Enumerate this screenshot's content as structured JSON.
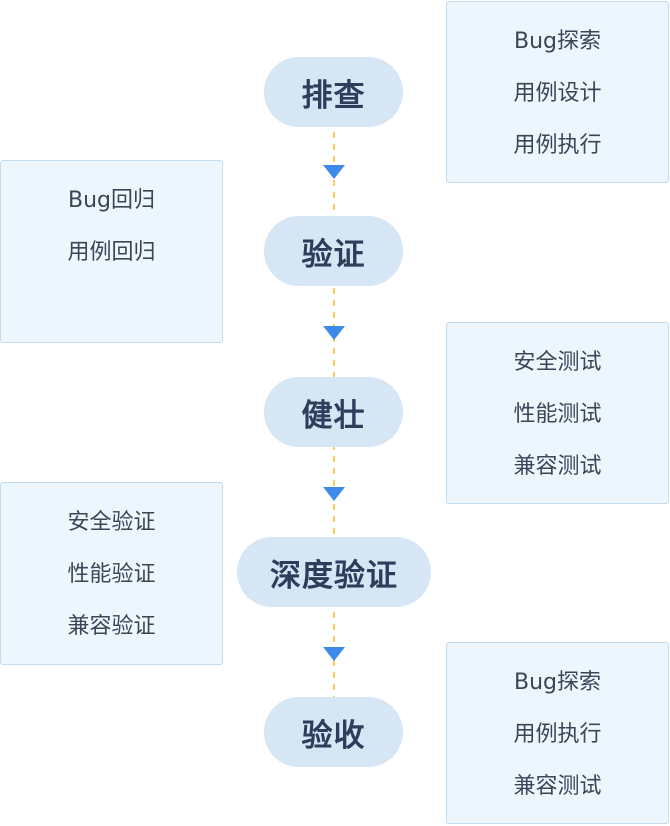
{
  "stages": [
    {
      "label": "排查"
    },
    {
      "label": "验证"
    },
    {
      "label": "健壮"
    },
    {
      "label": "深度验证"
    },
    {
      "label": "验收"
    }
  ],
  "cards": [
    {
      "items": [
        "Bug探索",
        "用例设计",
        "用例执行"
      ]
    },
    {
      "items": [
        "Bug回归",
        "用例回归"
      ]
    },
    {
      "items": [
        "安全测试",
        "性能测试",
        "兼容测试"
      ]
    },
    {
      "items": [
        "安全验证",
        "性能验证",
        "兼容验证"
      ]
    },
    {
      "items": [
        "Bug探索",
        "用例执行",
        "兼容测试"
      ]
    }
  ],
  "colors": {
    "node_fill": "#d6e6f4",
    "card_fill": "#eef6fd",
    "card_border": "#c3dbef",
    "arrow": "#3d8ae8",
    "connector": "#f6cf5e"
  }
}
